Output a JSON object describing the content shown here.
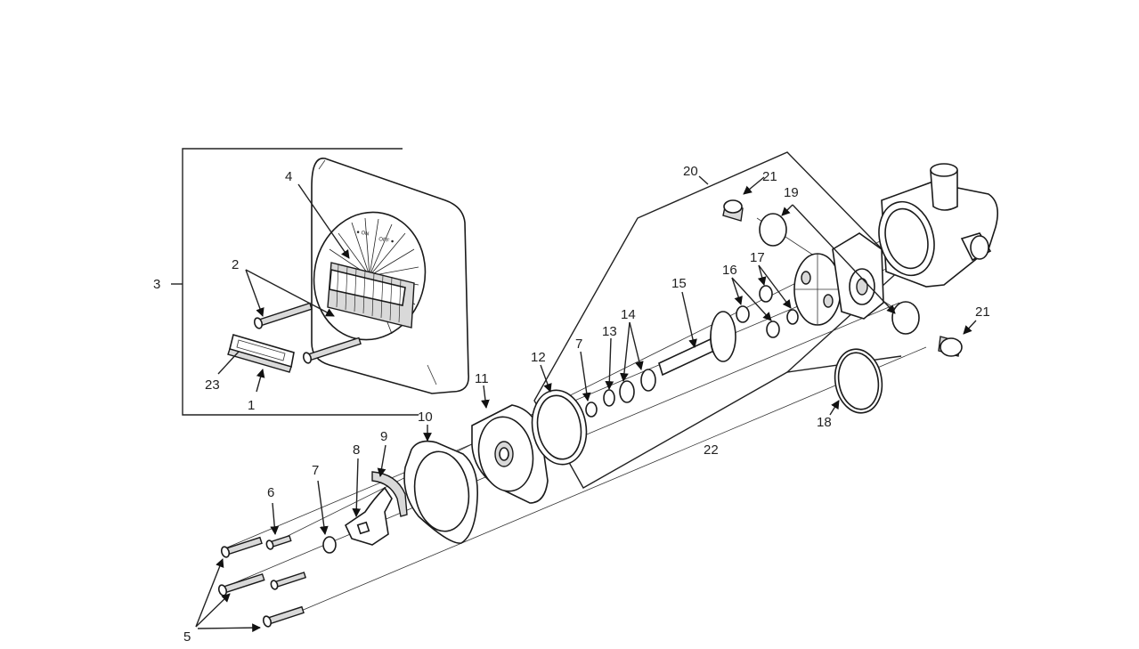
{
  "diagram": {
    "callouts": [
      {
        "id": "c1",
        "text": "1"
      },
      {
        "id": "c2",
        "text": "2"
      },
      {
        "id": "c3",
        "text": "3"
      },
      {
        "id": "c4",
        "text": "4"
      },
      {
        "id": "c5",
        "text": "5"
      },
      {
        "id": "c6",
        "text": "6"
      },
      {
        "id": "c7a",
        "text": "7"
      },
      {
        "id": "c7b",
        "text": "7"
      },
      {
        "id": "c8",
        "text": "8"
      },
      {
        "id": "c9",
        "text": "9"
      },
      {
        "id": "c10",
        "text": "10"
      },
      {
        "id": "c11",
        "text": "11"
      },
      {
        "id": "c12",
        "text": "12"
      },
      {
        "id": "c13",
        "text": "13"
      },
      {
        "id": "c14",
        "text": "14"
      },
      {
        "id": "c15",
        "text": "15"
      },
      {
        "id": "c16",
        "text": "16"
      },
      {
        "id": "c17",
        "text": "17"
      },
      {
        "id": "c18",
        "text": "18"
      },
      {
        "id": "c19",
        "text": "19"
      },
      {
        "id": "c20",
        "text": "20"
      },
      {
        "id": "c21a",
        "text": "21"
      },
      {
        "id": "c21b",
        "text": "21"
      },
      {
        "id": "c22",
        "text": "22"
      },
      {
        "id": "c23",
        "text": "23"
      }
    ],
    "dial_markings": {
      "left": "● ON",
      "right": "OFF ●"
    }
  }
}
